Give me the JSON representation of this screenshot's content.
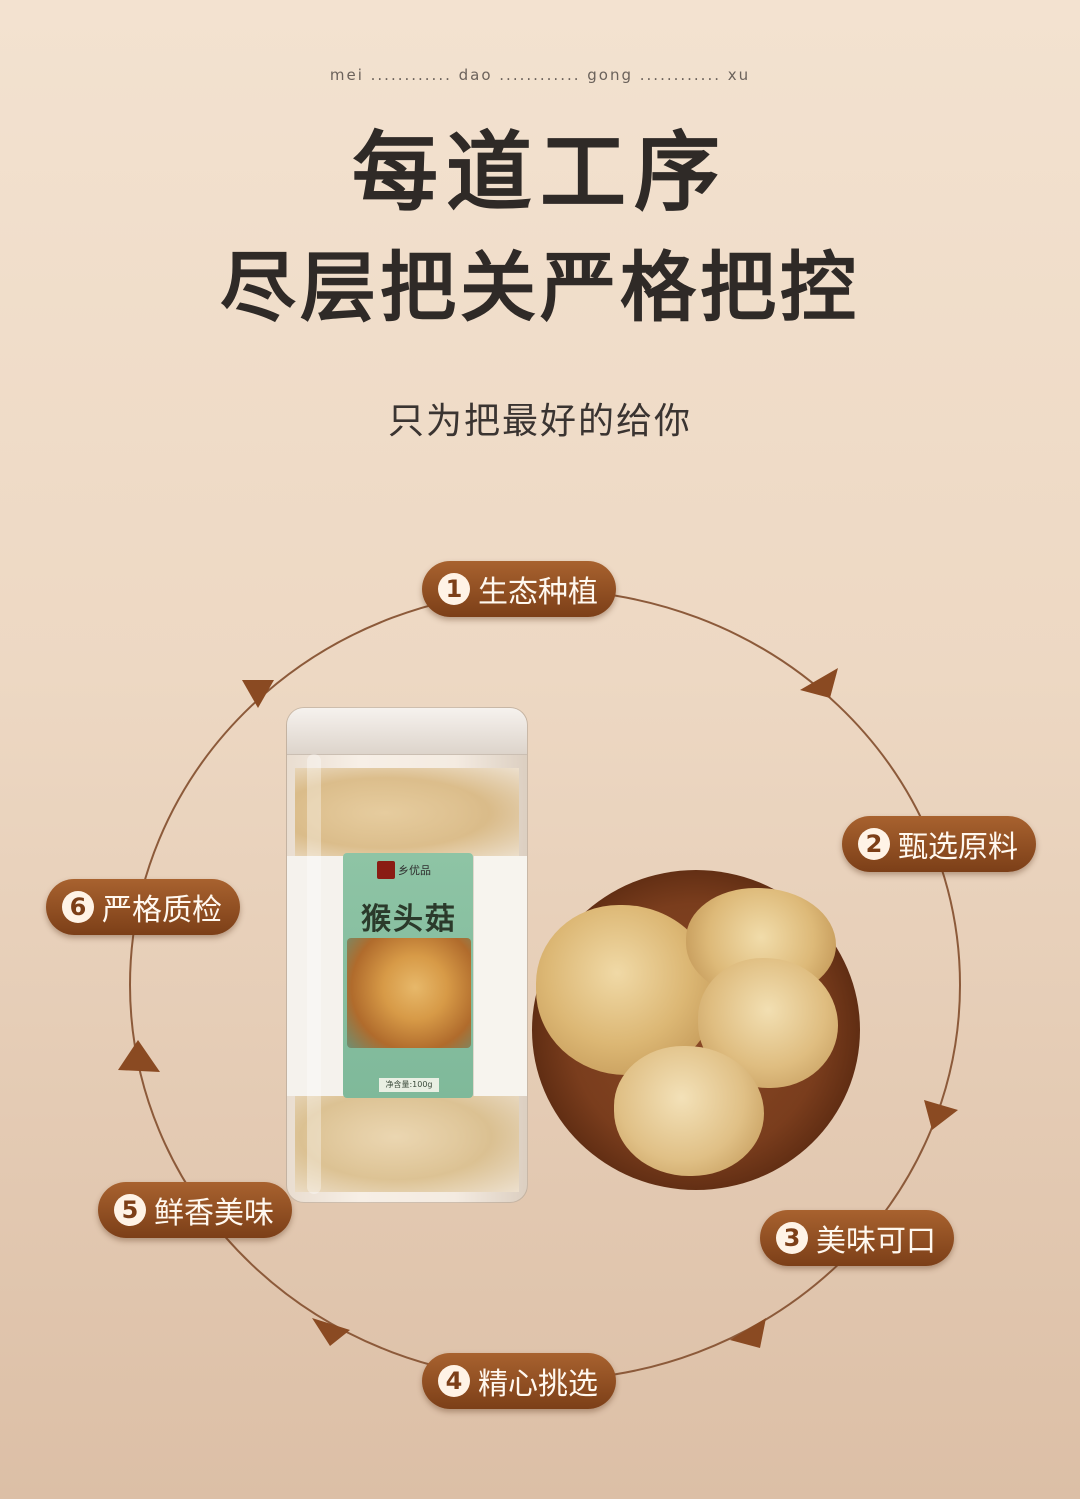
{
  "header": {
    "pinyin": "mei ............ dao ............ gong ............ xu",
    "title_line1": "每道工序",
    "title_line2": "尽层把关严格把控",
    "subtitle": "只为把最好的给你"
  },
  "steps": [
    {
      "num": "1",
      "label": "生态种植"
    },
    {
      "num": "2",
      "label": "甄选原料"
    },
    {
      "num": "3",
      "label": "美味可口"
    },
    {
      "num": "4",
      "label": "精心挑选"
    },
    {
      "num": "5",
      "label": "鲜香美味"
    },
    {
      "num": "6",
      "label": "严格质检"
    }
  ],
  "product": {
    "brand": "乡优品",
    "name": "猴头菇",
    "net_weight": "净含量:100g"
  },
  "colors": {
    "pill": "#8f4d22",
    "arrow": "#8a4a22",
    "ring": "#8c5a3a"
  }
}
